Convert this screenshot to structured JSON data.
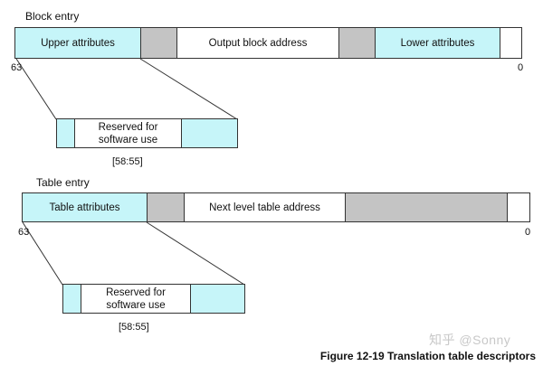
{
  "block_entry": {
    "title": "Block entry",
    "fields": {
      "upper": "Upper attributes",
      "address": "Output block address",
      "lower": "Lower attributes"
    },
    "bit_high": "63",
    "bit_low": "0",
    "detail": {
      "label": "Reserved for software use",
      "range": "[58:55]"
    }
  },
  "table_entry": {
    "title": "Table entry",
    "fields": {
      "attributes": "Table attributes",
      "address": "Next level table address"
    },
    "bit_high": "63",
    "bit_low": "0",
    "detail": {
      "label": "Reserved for software use",
      "range": "[58:55]"
    }
  },
  "caption": "Figure 12-19 Translation table descriptors",
  "watermark": "知乎 @Sonny",
  "colors": {
    "attribute_fill": "#c6f5f9",
    "reserved_fill": "#c4c4c4"
  }
}
